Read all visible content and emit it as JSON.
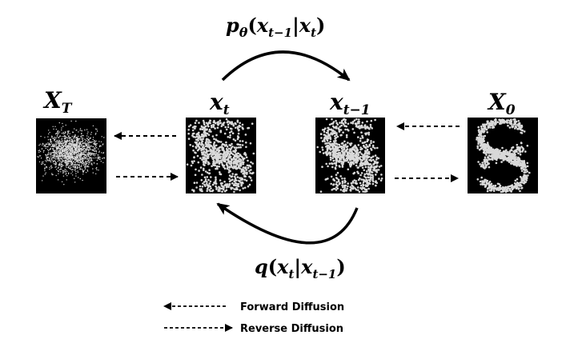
{
  "labels": {
    "x_T": {
      "main": "X",
      "sub": "T"
    },
    "x_t": {
      "main": "x",
      "sub": "t"
    },
    "x_t_minus_1": {
      "main": "x",
      "sub": "t−1"
    },
    "x_0": {
      "main": "X",
      "sub": "0"
    }
  },
  "transitions": {
    "reverse": {
      "fn": "p",
      "param": "θ",
      "open": "(",
      "a": "x",
      "a_sub": "t−1",
      "bar": "|",
      "b": "x",
      "b_sub": "t",
      "close": ")"
    },
    "forward": {
      "fn": "q",
      "open": "(",
      "a": "x",
      "a_sub": "t",
      "bar": "|",
      "b": "x",
      "b_sub": "t−1",
      "close": ")"
    }
  },
  "legend": {
    "forward_label": "Forward Diffusion",
    "reverse_label": "Reverse Diffusion"
  },
  "colors": {
    "panel_background": "#000000",
    "particle": "#d9d9d9",
    "arrow": "#000000"
  }
}
